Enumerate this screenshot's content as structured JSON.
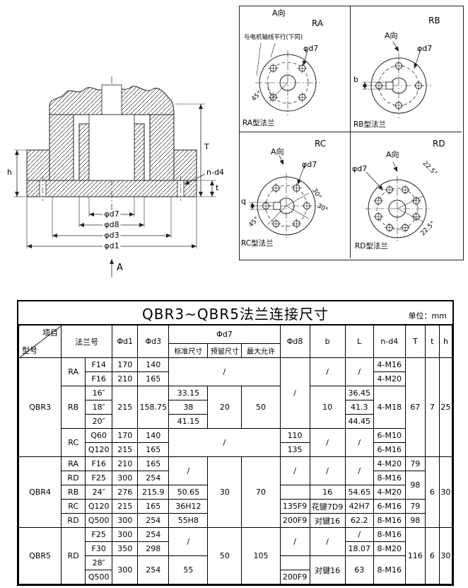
{
  "drawing": {
    "section": {
      "d7": "φd7",
      "d8": "φd8",
      "d3": "φd3",
      "d1": "φd1",
      "nd4": "n-d4",
      "T": "T",
      "t": "t",
      "h": "h",
      "A": "A"
    },
    "panels": [
      {
        "corner": "RA",
        "view": "A向",
        "note": "与电机轴线平行(下同)",
        "dim": "φd7",
        "angle_a": "45°",
        "caption": "RA型法兰"
      },
      {
        "corner": "RB",
        "view": "A向",
        "dim": "φd7",
        "width_label": "b",
        "caption": "RB型法兰"
      },
      {
        "corner": "RC",
        "view": "A向",
        "dim": "φd7",
        "width_label": "q",
        "angle_a": "30°",
        "angle_b": "30°",
        "angle_c": "45°",
        "caption": "RC型法兰"
      },
      {
        "corner": "RD",
        "view": "A向",
        "dim": "φd7",
        "angle_a": "22.5°",
        "angle_b": "22.5°",
        "caption": "RD型法兰"
      }
    ]
  },
  "table": {
    "title": "QBR3~QBR5法兰连接尺寸",
    "unit": "单位：mm",
    "corner": {
      "top": "项目",
      "bottom": "型号"
    },
    "header_row1": [
      {
        "t": "法兰号",
        "cs": 2,
        "rs": 2
      },
      {
        "t": "Φd1",
        "rs": 2
      },
      {
        "t": "Φd3",
        "rs": 2
      },
      {
        "t": "Φd7",
        "cs": 3
      },
      {
        "t": "Φd8",
        "rs": 2
      },
      {
        "t": "b",
        "rs": 2
      },
      {
        "t": "L",
        "rs": 2
      },
      {
        "t": "n-d4",
        "rs": 2
      },
      {
        "t": "T",
        "rs": 2
      },
      {
        "t": "t",
        "rs": 2
      },
      {
        "t": "h",
        "rs": 2
      }
    ],
    "header_row2": [
      {
        "t": "标准尺寸",
        "cls": "sub"
      },
      {
        "t": "预留尺寸",
        "cls": "sub"
      },
      {
        "t": "最大允许",
        "cls": "sub"
      }
    ],
    "rows": [
      [
        {
          "t": "QBR3",
          "rs": 7
        },
        {
          "t": "RA",
          "rs": 2
        },
        {
          "t": "F14"
        },
        {
          "t": "170"
        },
        {
          "t": "140"
        },
        {
          "t": "/",
          "cs": 3,
          "rs": 2
        },
        {
          "t": "/",
          "rs": 5
        },
        {
          "t": "/",
          "rs": 2
        },
        {
          "t": "/",
          "rs": 2
        },
        {
          "t": "4-M16"
        },
        {
          "t": "67",
          "rs": 7
        },
        {
          "t": "7",
          "rs": 7
        },
        {
          "t": "25",
          "rs": 7
        }
      ],
      [
        {
          "t": "F16"
        },
        {
          "t": "210"
        },
        {
          "t": "165"
        },
        {
          "t": "4-M20"
        }
      ],
      [
        {
          "t": "RB",
          "rs": 3
        },
        {
          "t": "16″"
        },
        {
          "t": "215",
          "rs": 3
        },
        {
          "t": "158.75",
          "rs": 3
        },
        {
          "t": "33.15"
        },
        {
          "t": "20",
          "rs": 3
        },
        {
          "t": "50",
          "rs": 3
        },
        {
          "t": "10",
          "rs": 3
        },
        {
          "t": "36.45"
        },
        {
          "t": "4-M18",
          "rs": 3
        }
      ],
      [
        {
          "t": "18″"
        },
        {
          "t": "38"
        },
        {
          "t": "41.3"
        }
      ],
      [
        {
          "t": "20″"
        },
        {
          "t": "41.15"
        },
        {
          "t": "44.45"
        }
      ],
      [
        {
          "t": "RC",
          "rs": 2
        },
        {
          "t": "Q60"
        },
        {
          "t": "170"
        },
        {
          "t": "140"
        },
        {
          "t": "/",
          "cs": 3,
          "rs": 2
        },
        {
          "t": "110"
        },
        {
          "t": "/",
          "rs": 2
        },
        {
          "t": "/",
          "rs": 2
        },
        {
          "t": "6-M10"
        }
      ],
      [
        {
          "t": "Q120"
        },
        {
          "t": "215"
        },
        {
          "t": "165"
        },
        {
          "t": "135"
        },
        {
          "t": "6-M16"
        }
      ],
      [
        {
          "t": "QBR4",
          "rs": 5
        },
        {
          "t": "RA"
        },
        {
          "t": "F16"
        },
        {
          "t": "210"
        },
        {
          "t": "165"
        },
        {
          "t": "/",
          "rs": 2
        },
        {
          "t": "30",
          "rs": 5
        },
        {
          "t": "70",
          "rs": 5
        },
        {
          "t": "/",
          "rs": 2
        },
        {
          "t": "/",
          "rs": 2
        },
        {
          "t": "/",
          "rs": 2
        },
        {
          "t": "4-M20"
        },
        {
          "t": "79"
        },
        {
          "t": "6",
          "rs": 5
        },
        {
          "t": "30",
          "rs": 5
        }
      ],
      [
        {
          "t": "RD"
        },
        {
          "t": "F25"
        },
        {
          "t": "300"
        },
        {
          "t": "254"
        },
        {
          "t": "8-M16"
        },
        {
          "t": "98",
          "rs": 2
        }
      ],
      [
        {
          "t": "RB"
        },
        {
          "t": "24″"
        },
        {
          "t": "276"
        },
        {
          "t": "215.9"
        },
        {
          "t": "50.65"
        },
        {
          "t": ""
        },
        {
          "t": "16"
        },
        {
          "t": "54.65"
        },
        {
          "t": "4-M20"
        }
      ],
      [
        {
          "t": "RC"
        },
        {
          "t": "Q120"
        },
        {
          "t": "215"
        },
        {
          "t": "165"
        },
        {
          "t": "36H12"
        },
        {
          "t": "135F9"
        },
        {
          "t": "花键7D9"
        },
        {
          "t": "42H7"
        },
        {
          "t": "6-M16"
        },
        {
          "t": "79"
        }
      ],
      [
        {
          "t": "RD"
        },
        {
          "t": "Q500"
        },
        {
          "t": "300"
        },
        {
          "t": "254"
        },
        {
          "t": "55H8"
        },
        {
          "t": "200F9"
        },
        {
          "t": "对键16"
        },
        {
          "t": "62.2"
        },
        {
          "t": "8-M16"
        },
        {
          "t": "98"
        }
      ],
      [
        {
          "t": "QBR5",
          "rs": 4
        },
        {
          "t": "RD",
          "rs": 4
        },
        {
          "t": "F25"
        },
        {
          "t": "300"
        },
        {
          "t": "254"
        },
        {
          "t": "/",
          "rs": 2
        },
        {
          "t": "50",
          "rs": 4
        },
        {
          "t": "105",
          "rs": 4
        },
        {
          "t": "/",
          "rs": 2
        },
        {
          "t": "/",
          "rs": 2
        },
        {
          "t": "/"
        },
        {
          "t": "8-M16"
        },
        {
          "t": "116",
          "rs": 4
        },
        {
          "t": "6",
          "rs": 4
        },
        {
          "t": "30",
          "rs": 4
        }
      ],
      [
        {
          "t": "F30"
        },
        {
          "t": "350"
        },
        {
          "t": "298"
        },
        {
          "t": "18.07"
        },
        {
          "t": "8-M20"
        }
      ],
      [
        {
          "t": "28″"
        },
        {
          "t": "300",
          "rs": 2
        },
        {
          "t": "254",
          "rs": 2
        },
        {
          "t": "55",
          "rs": 2
        },
        {
          "t": ""
        },
        {
          "t": "对键16",
          "rs": 2
        },
        {
          "t": "63",
          "rs": 2
        },
        {
          "t": "8-M16",
          "rs": 2
        }
      ],
      [
        {
          "t": "Q500"
        },
        {
          "t": "200F9"
        }
      ]
    ]
  }
}
